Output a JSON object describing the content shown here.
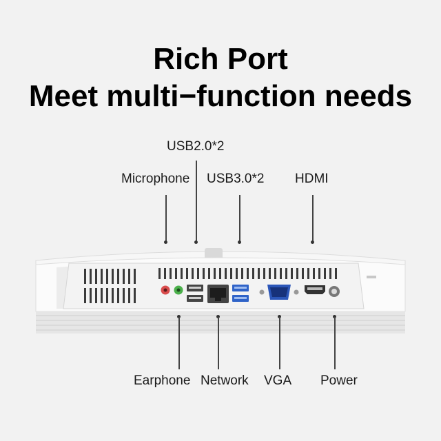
{
  "headline": {
    "line1": "Rich Port",
    "line2": "Meet multi−function needs"
  },
  "ports_top": [
    {
      "label": "USB2.0*2"
    },
    {
      "label": "Microphone"
    },
    {
      "label": "USB3.0*2"
    },
    {
      "label": "HDMI"
    }
  ],
  "ports_bottom": [
    {
      "label": "Earphone"
    },
    {
      "label": "Network"
    },
    {
      "label": "VGA"
    },
    {
      "label": "Power"
    }
  ],
  "colors": {
    "background": "#f2f2f2",
    "usb3_blue": "#2f63c8",
    "vga_blue": "#2b56b8",
    "mic_jack": "#d94c4c",
    "earphone_jack": "#4bb04b",
    "monitor_white": "#fbfbfb"
  }
}
